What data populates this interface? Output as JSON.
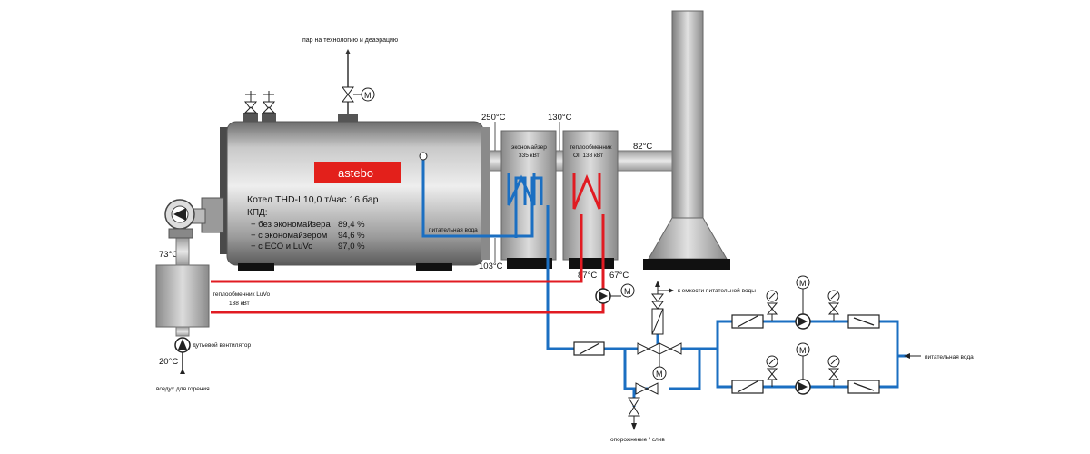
{
  "brand": "astebo",
  "boiler": {
    "title": "Котел THD-I 10,0 т/час 16 бар",
    "kpd_title": "КПД:",
    "rows": [
      {
        "label": "− без экономайзера",
        "value": "89,4 %"
      },
      {
        "label": "− с экономайзером",
        "value": "94,6 %"
      },
      {
        "label": "− с ECO и LuVo",
        "value": "97,0 %"
      }
    ]
  },
  "labels": {
    "steam": "пар на технологию и деаэрацию",
    "economizer_title": "экономайзер",
    "economizer_power": "335 кВт",
    "heat_exchanger_og_title": "теплообменник",
    "heat_exchanger_og_power": "ОГ 138 кВт",
    "luvo_title": "теплообменник LuVo",
    "luvo_power": "138 кВт",
    "feed_water_boiler": "питательная вода",
    "feed_water_in": "питательная вода",
    "to_feed_tank": "к емкости питательной воды",
    "blower": "дутьевой вентилятор",
    "combustion_air": "воздух для горения",
    "drain": "опорожнение / слив",
    "motor": "M"
  },
  "temperatures": {
    "t250": "250°C",
    "t130": "130°C",
    "t82": "82°C",
    "t103": "103°C",
    "t87": "87°C",
    "t67": "67°C",
    "t73": "73°C",
    "t20": "20°C"
  },
  "colors": {
    "hot_line": "#e11b22",
    "cold_line": "#1b6fc2",
    "brand_red": "#e3201b",
    "equipment_gray": "#a9a9a9"
  }
}
